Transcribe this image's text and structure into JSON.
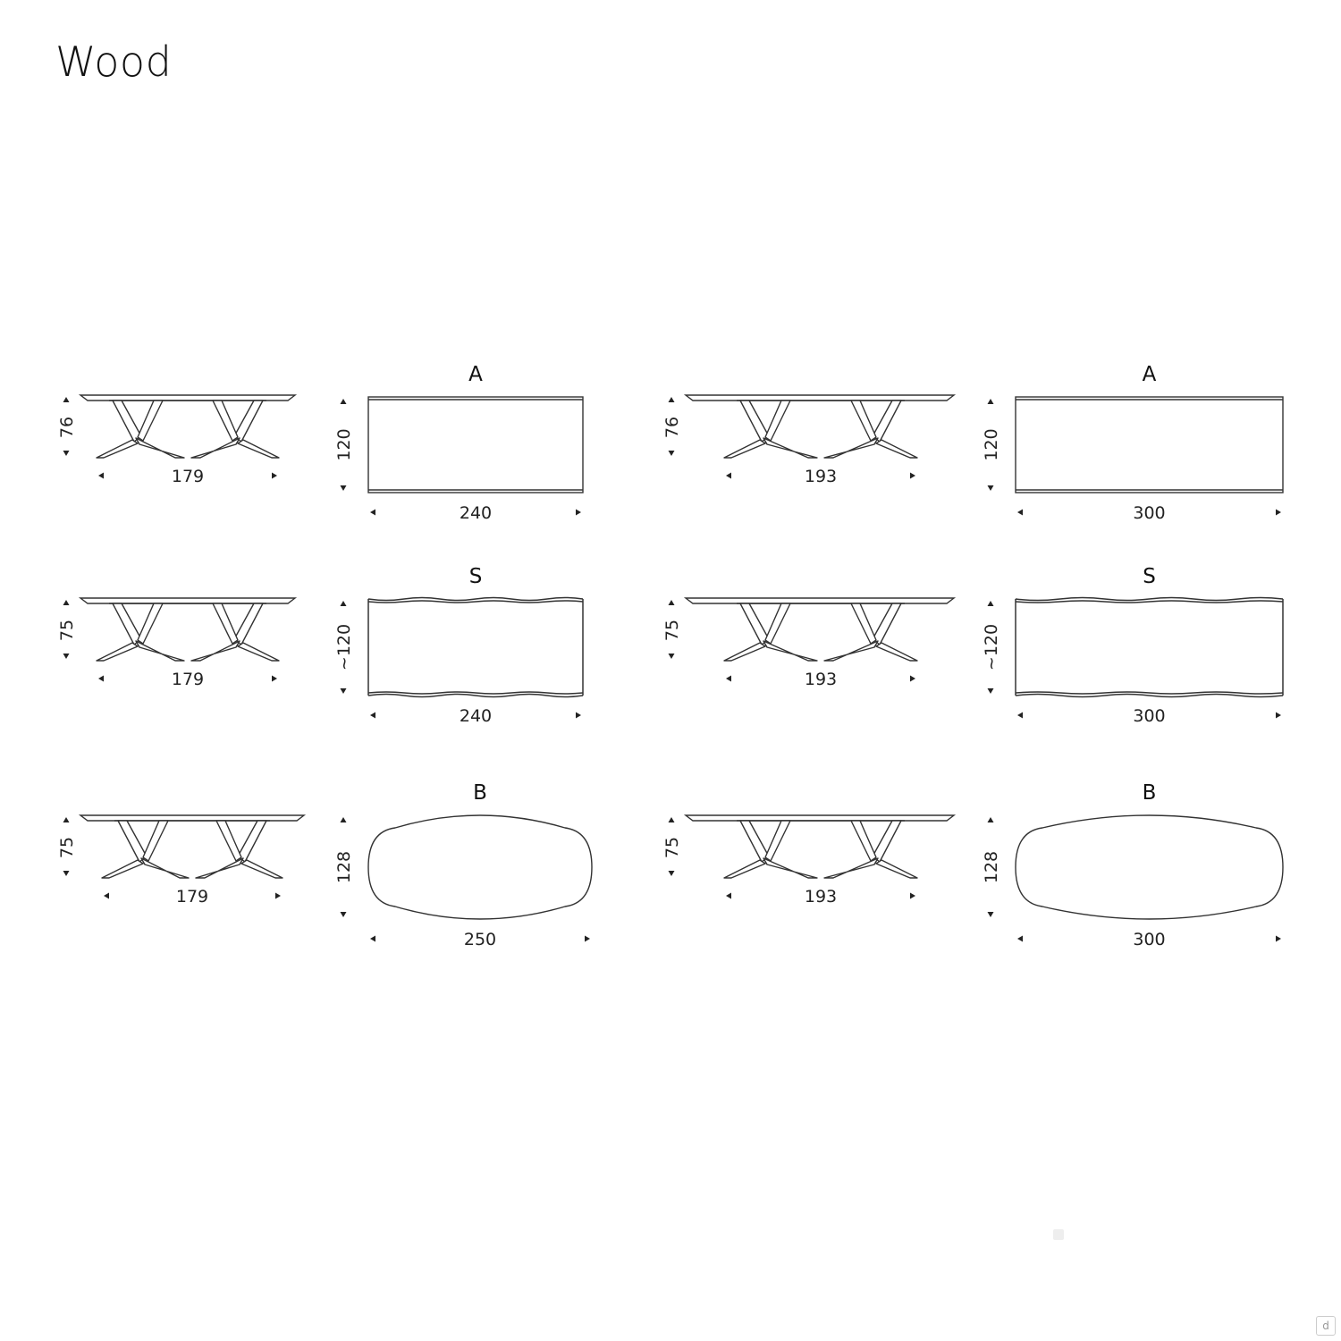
{
  "page": {
    "title": "Wood"
  },
  "footer": {
    "mark": "d"
  },
  "configurations": [
    {
      "shape": "A",
      "side_height": "76",
      "side_width": "179",
      "top_depth": "120",
      "top_length": "240",
      "outline": "rect"
    },
    {
      "shape": "A",
      "side_height": "76",
      "side_width": "193",
      "top_depth": "120",
      "top_length": "300",
      "outline": "rect"
    },
    {
      "shape": "S",
      "side_height": "75",
      "side_width": "179",
      "top_depth": "~120",
      "top_length": "240",
      "outline": "wavy"
    },
    {
      "shape": "S",
      "side_height": "75",
      "side_width": "193",
      "top_depth": "~120",
      "top_length": "300",
      "outline": "wavy"
    },
    {
      "shape": "B",
      "side_height": "75",
      "side_width": "179",
      "top_depth": "128",
      "top_length": "250",
      "outline": "barrel"
    },
    {
      "shape": "B",
      "side_height": "75",
      "side_width": "193",
      "top_depth": "128",
      "top_length": "300",
      "outline": "barrel"
    }
  ]
}
